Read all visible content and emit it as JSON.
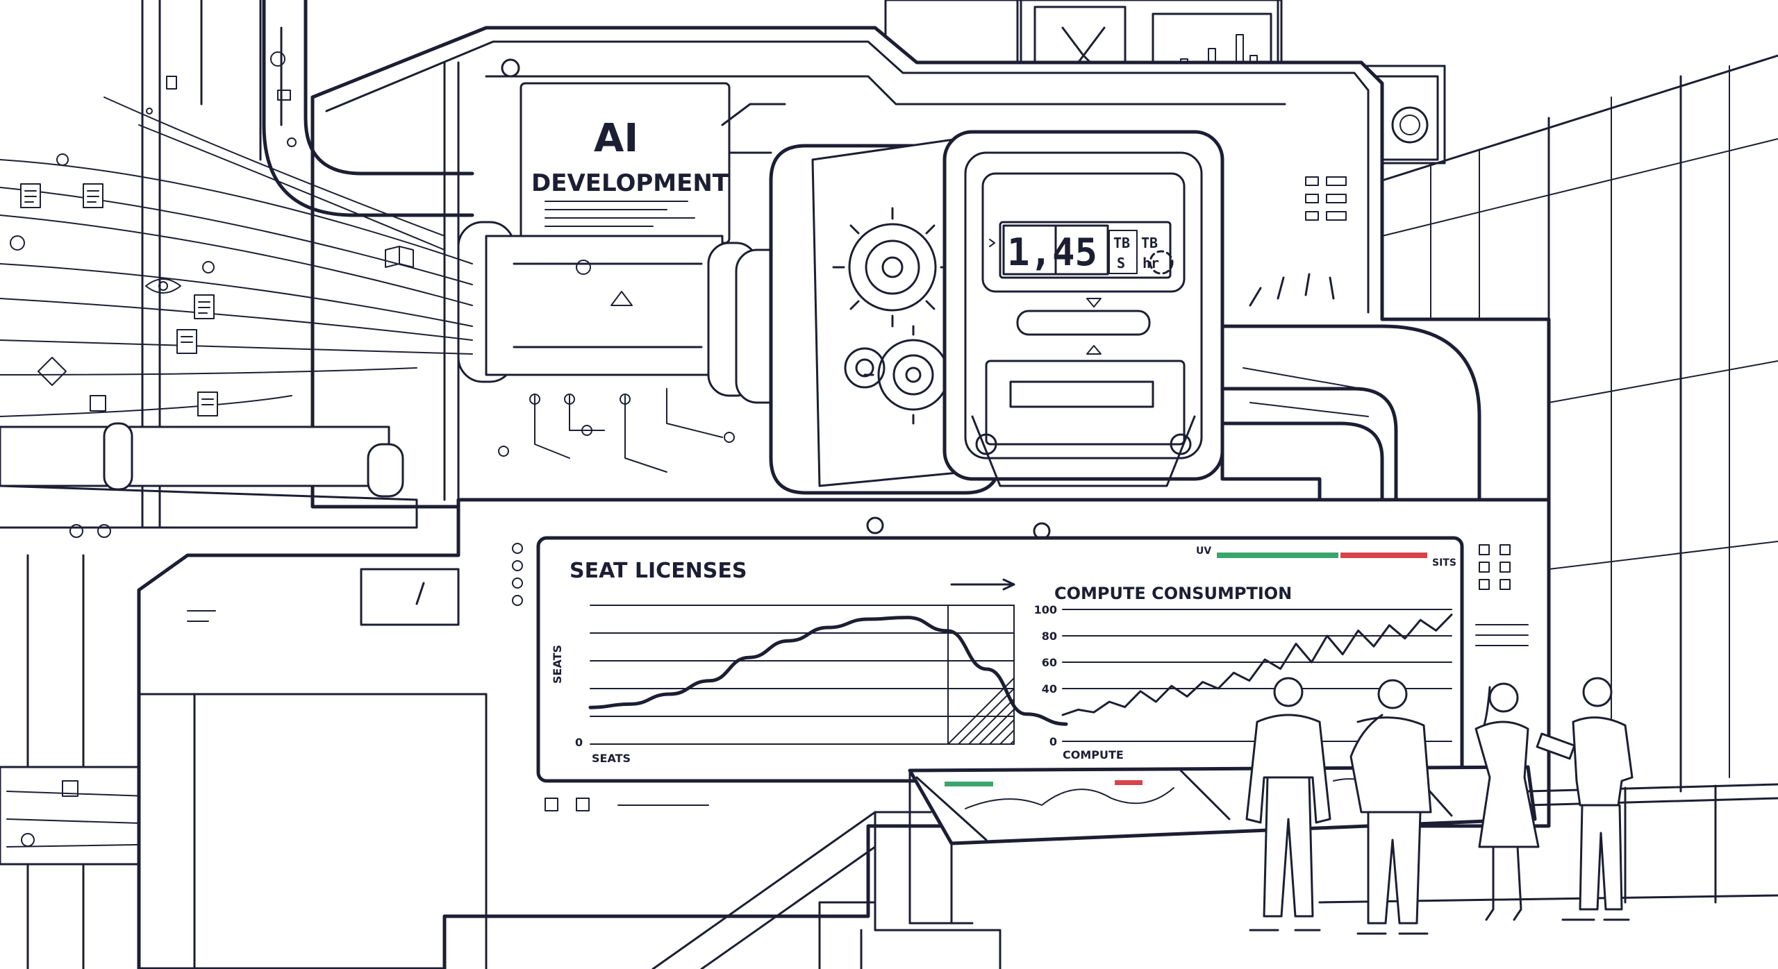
{
  "machine": {
    "title_line1": "AI",
    "title_line2": "DEVELOPMENT"
  },
  "meter": {
    "reading": "1,45",
    "unit_top_a": "TB",
    "unit_bottom_a": "S",
    "unit_top_b": "TB",
    "unit_bottom_b": "hr"
  },
  "status_strip": {
    "left_label": "UV",
    "right_label": "SITS",
    "colors": {
      "good": "#3aa66b",
      "bad": "#d9434a"
    }
  },
  "seat_chart": {
    "title": "SEAT LICENSES",
    "ylabel": "SEATS",
    "xlabel": "SEATS",
    "zero_label": "0"
  },
  "compute_chart": {
    "title": "COMPUTE CONSUMPTION",
    "xlabel": "COMPUTE",
    "ticks": [
      "100",
      "80",
      "60",
      "40",
      "0"
    ]
  },
  "chart_data": [
    {
      "type": "line",
      "title": "SEAT LICENSES",
      "ylabel": "SEATS",
      "xlabel": "SEATS",
      "ylim": [
        0,
        100
      ],
      "x": [
        0,
        10,
        20,
        30,
        40,
        50,
        60,
        70,
        80,
        90,
        100,
        110,
        120
      ],
      "values": [
        22,
        24,
        30,
        38,
        52,
        62,
        70,
        75,
        76,
        68,
        45,
        18,
        12
      ],
      "grid": true,
      "highlight_region": "hatched"
    },
    {
      "type": "line",
      "title": "COMPUTE CONSUMPTION",
      "xlabel": "COMPUTE",
      "ylim": [
        0,
        100
      ],
      "yticks": [
        0,
        40,
        60,
        80,
        100
      ],
      "x": [
        0,
        4,
        8,
        12,
        16,
        20,
        24,
        28,
        32,
        36,
        40,
        44,
        48,
        52,
        56,
        60,
        64,
        68,
        72,
        76,
        80,
        84,
        88,
        92,
        96,
        100
      ],
      "values": [
        20,
        24,
        22,
        30,
        26,
        38,
        30,
        42,
        34,
        45,
        40,
        52,
        46,
        62,
        55,
        74,
        60,
        80,
        66,
        84,
        72,
        88,
        78,
        92,
        84,
        96
      ],
      "grid": true
    }
  ],
  "icons": [
    "document-icon",
    "eye-icon",
    "book-icon",
    "gear-icon",
    "triangle-icon",
    "diamond-icon",
    "chat-bubble-icon",
    "checkmark-icon",
    "pie-chart-icon",
    "bar-chart-icon"
  ]
}
